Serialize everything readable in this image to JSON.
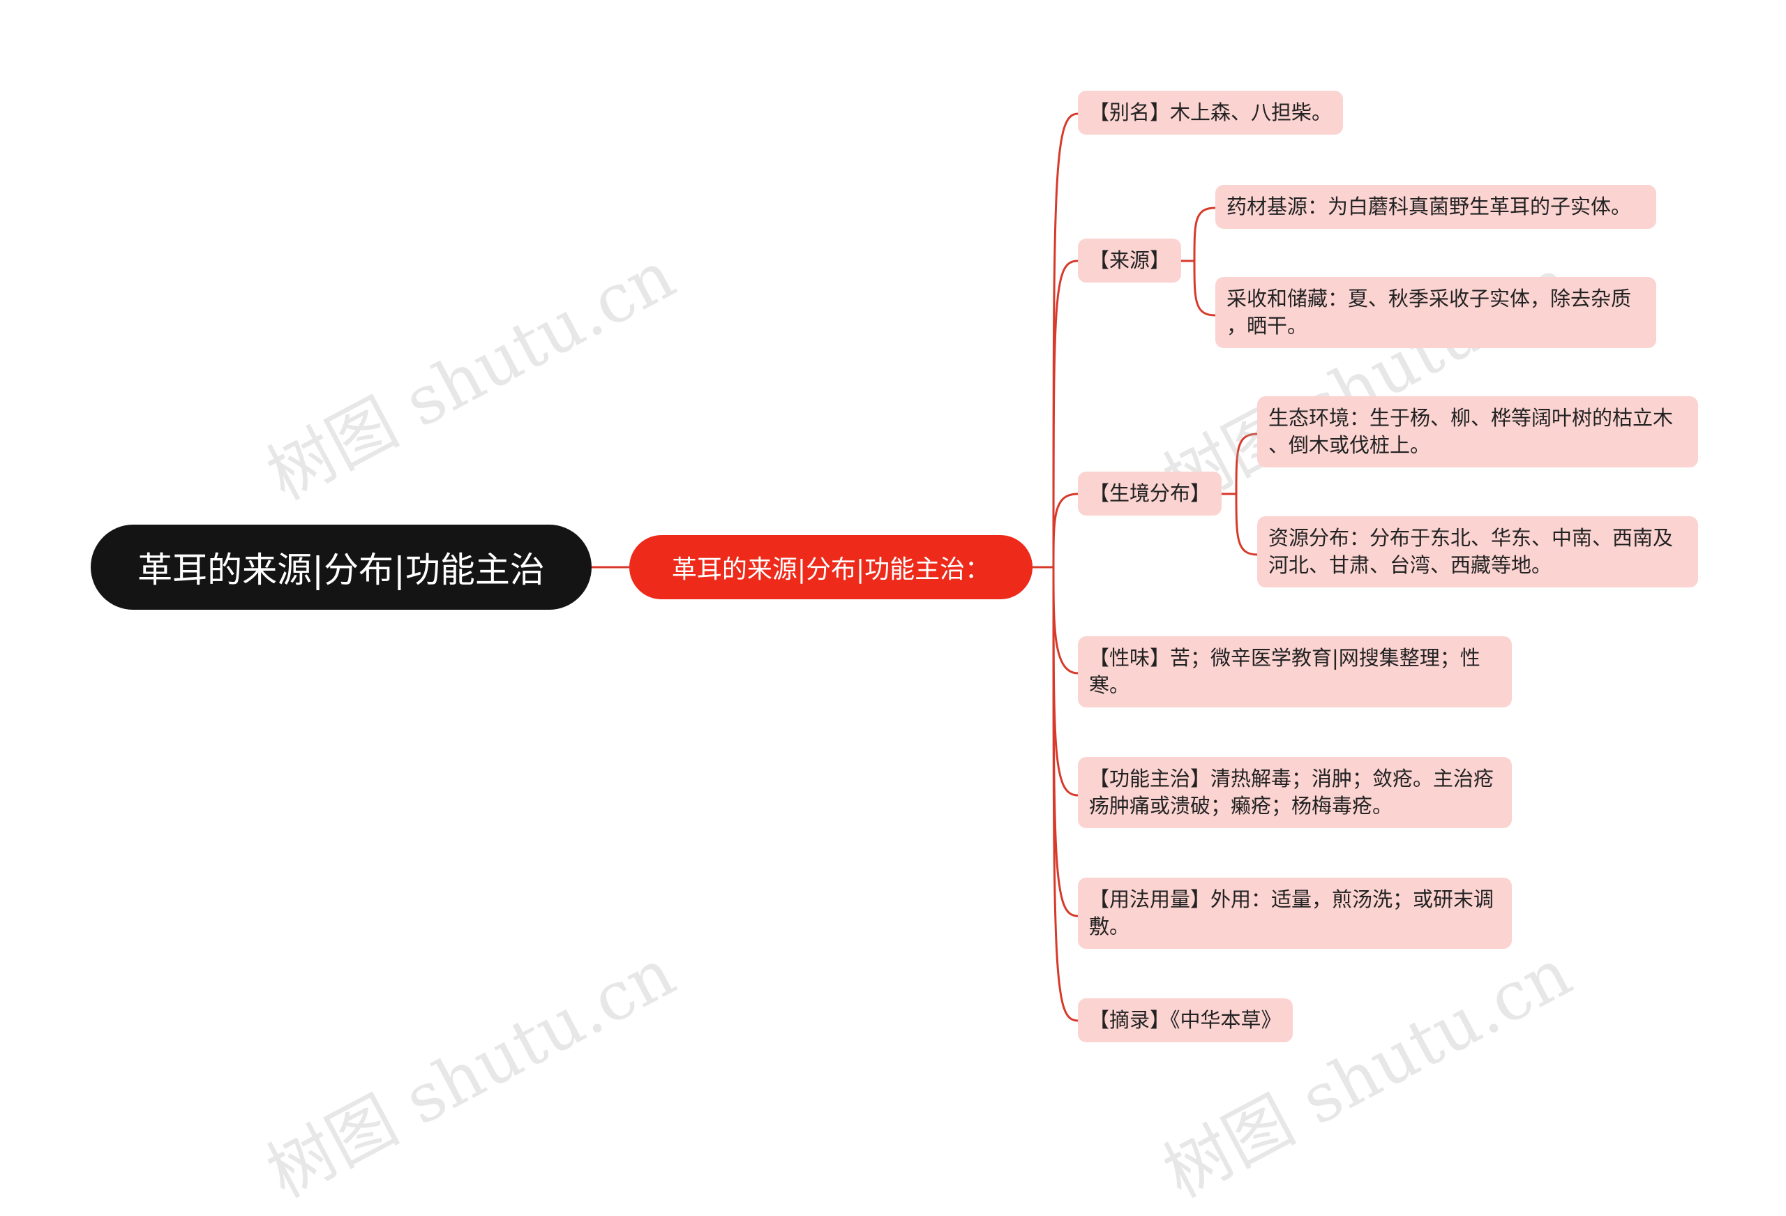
{
  "root": {
    "label": "革耳的来源|分布|功能主治"
  },
  "center": {
    "label": "革耳的来源|分布|功能主治："
  },
  "branches": {
    "alias": "【别名】木上森、八担柴。",
    "source": "【来源】",
    "source_children": [
      [
        "药材基源：为白蘑科真菌野生革耳的子实体。"
      ],
      [
        "采收和储藏：夏、秋季采收子实体，除去杂质",
        "，晒干。"
      ]
    ],
    "habitat": "【生境分布】",
    "habitat_children": [
      [
        "生态环境：生于杨、柳、桦等阔叶树的枯立木",
        "、倒木或伐桩上。"
      ],
      [
        "资源分布：分布于东北、华东、中南、西南及",
        "河北、甘肃、台湾、西藏等地。"
      ]
    ],
    "taste": [
      "【性味】苦；微辛医学教育|网搜集整理；性",
      "寒。"
    ],
    "function": [
      "【功能主治】清热解毒；消肿；敛疮。主治疮",
      "疡肿痛或溃破；癞疮；杨梅毒疮。"
    ],
    "usage": [
      "【用法用量】外用：适量，煎汤洗；或研末调",
      "敷。"
    ],
    "excerpt": "【摘录】《中华本草》"
  },
  "watermark": "树图 shutu.cn",
  "colors": {
    "root_bg": "#141414",
    "center_bg": "#ee2a1b",
    "leaf_bg": "#fbd3d1",
    "connector": "#d73a2b"
  }
}
